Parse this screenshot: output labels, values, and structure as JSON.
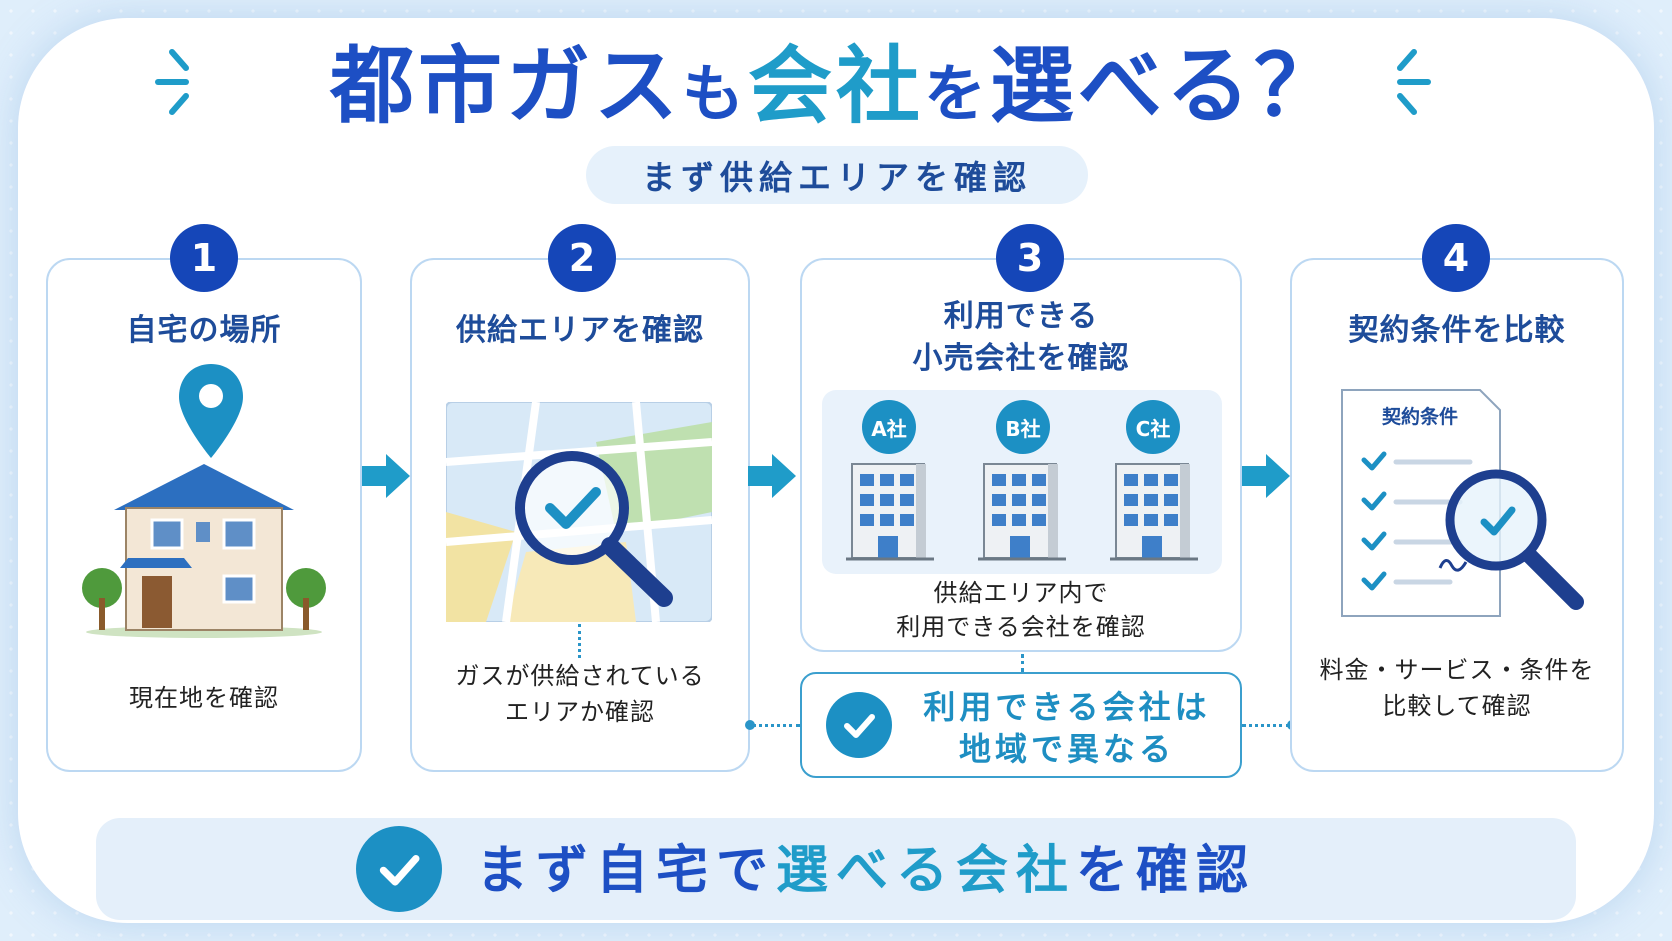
{
  "title": {
    "part1": "都市ガス",
    "part2": "も",
    "part3": "会社",
    "part4": "を",
    "part5": "選べる？"
  },
  "subtitle": "まず供給エリアを確認",
  "steps": [
    {
      "number": "1",
      "title": "自宅の場所",
      "text": "現在地を確認"
    },
    {
      "number": "2",
      "title": "供給エリアを確認",
      "text_line1": "ガスが供給されている",
      "text_line2": "エリアか確認"
    },
    {
      "number": "3",
      "title_line1": "利用できる",
      "title_line2": "小売会社を確認",
      "text_line1": "供給エリア内で",
      "text_line2": "利用できる会社を確認",
      "companies": [
        "A社",
        "B社",
        "C社"
      ]
    },
    {
      "number": "4",
      "title": "契約条件を比較",
      "doc_title": "契約条件",
      "text_line1": "料金・サービス・条件を",
      "text_line2": "比較して確認"
    }
  ],
  "note": {
    "line1": "利用できる会社は",
    "line2": "地域で異なる"
  },
  "bottom": {
    "part1": "まず自宅で",
    "part2": "選べる会社",
    "part3": "を確認"
  },
  "colors": {
    "primary": "#1d4fc4",
    "teal": "#1f9cc9",
    "card_border": "#bcd8f2"
  }
}
